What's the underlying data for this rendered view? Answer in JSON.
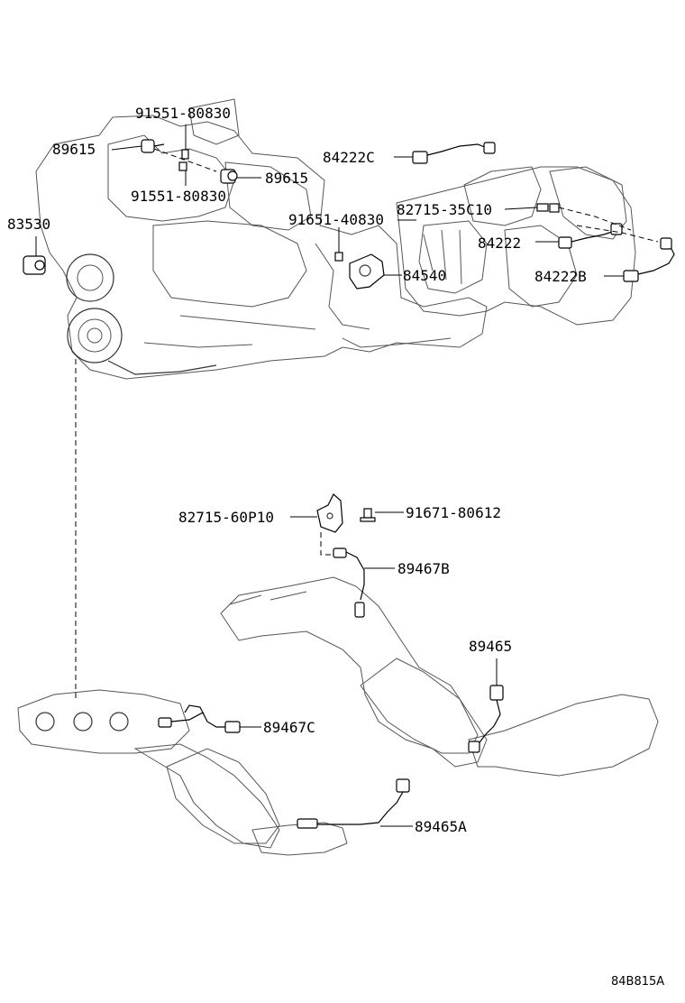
{
  "labels": {
    "p_91551_top": "91551-80830",
    "p_89615_left": "89615",
    "p_89615_right": "89615",
    "p_91551_bottom": "91551-80830",
    "p_83530": "83530",
    "p_84222C": "84222C",
    "p_82715_35C10": "82715-35C10",
    "p_91651_40830": "91651-40830",
    "p_84222": "84222",
    "p_84540": "84540",
    "p_84222B": "84222B",
    "p_82715_60P10": "82715-60P10",
    "p_91671_80612": "91671-80612",
    "p_89467B": "89467B",
    "p_89465": "89465",
    "p_89467C": "89467C",
    "p_89465A": "89465A"
  },
  "diagram_code": "84B815A"
}
